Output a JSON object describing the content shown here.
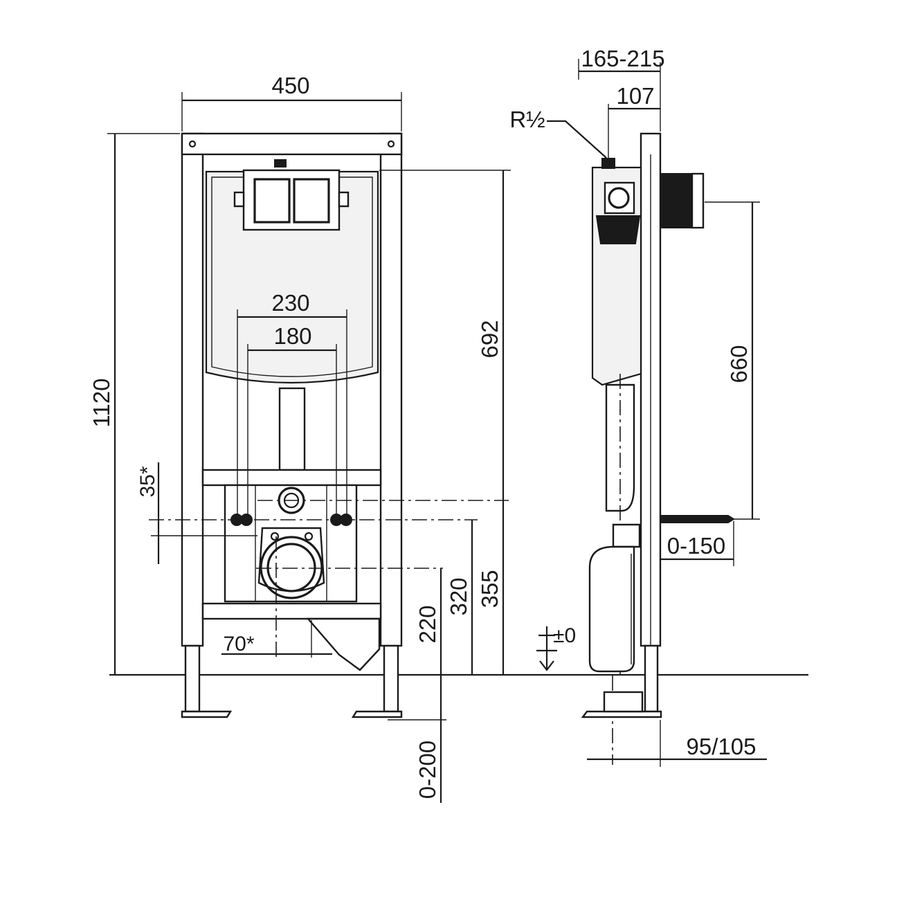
{
  "palette": {
    "ink": "#1a1a1a",
    "paper": "#ffffff",
    "panel": "#f2f2f2"
  },
  "front_view": {
    "width": "450",
    "height": "1120",
    "outer_distance": "230",
    "inner_distance": "180",
    "adjust_vertical": "35*",
    "adjust_horizontal": "70*",
    "actuator_height": "692",
    "drain_height": "220",
    "bolt_height_low": "320",
    "bolt_height_high": "355",
    "leg_extension": "0-200"
  },
  "side_view": {
    "depth_range": "165-215",
    "depth_inner": "107",
    "inlet_thread": "R½",
    "cistern_height": "660",
    "bolt_projection": "0-150",
    "floor_level": "±0",
    "foot_depth": "95/105"
  }
}
